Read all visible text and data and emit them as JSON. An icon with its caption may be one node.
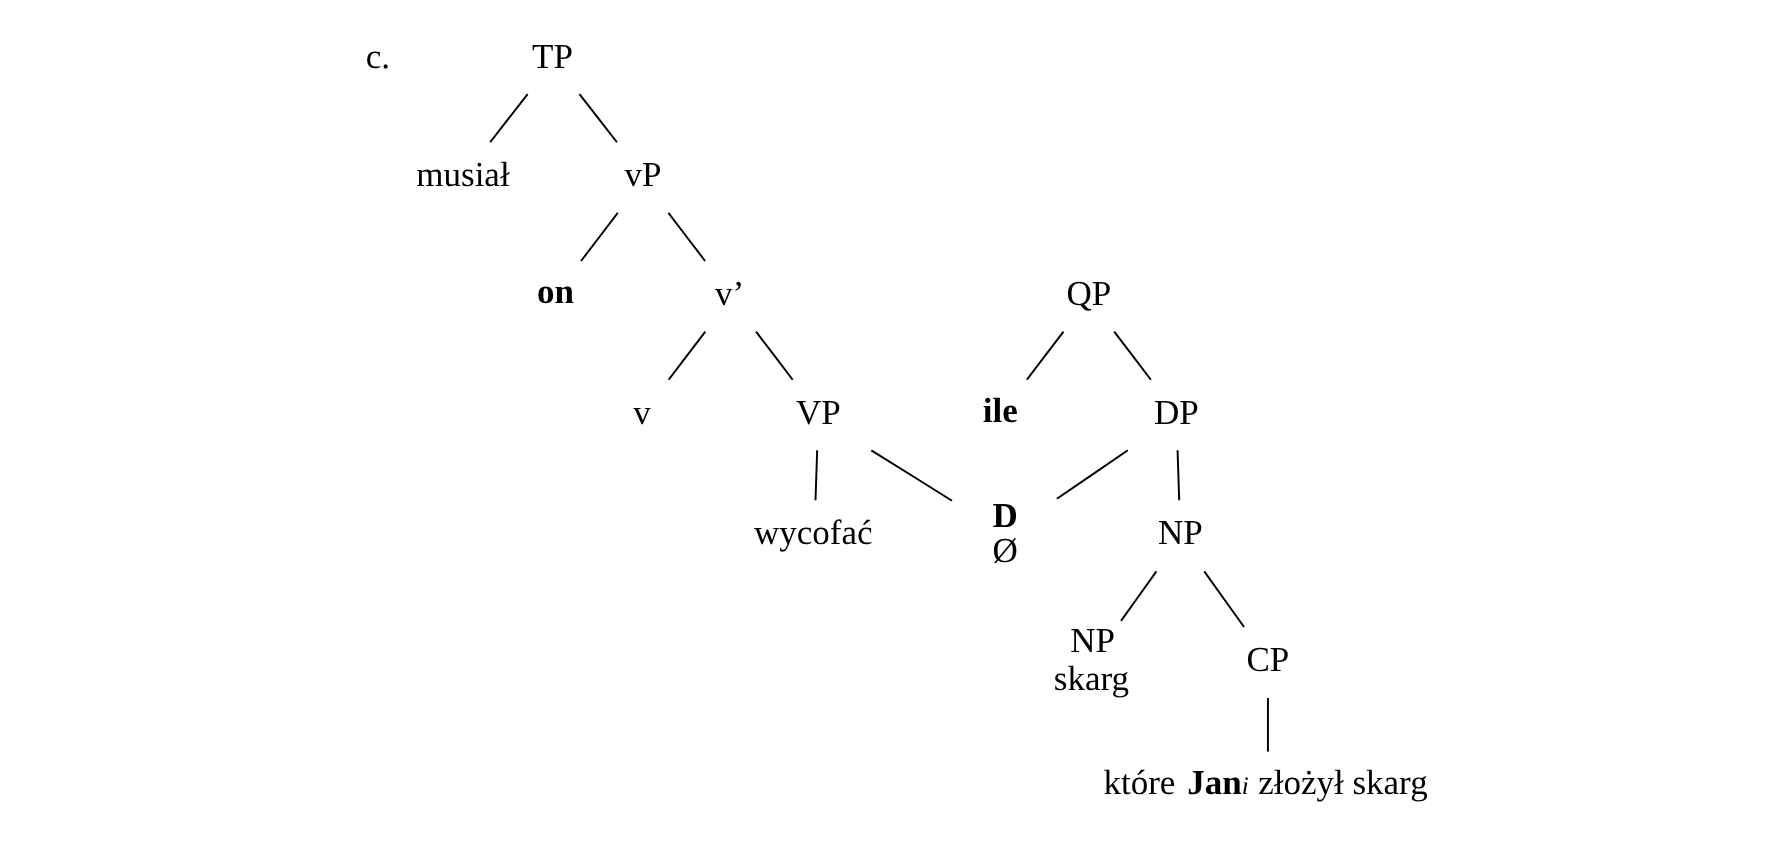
{
  "diagram": {
    "nodes": [
      {
        "text": [
          "TP"
        ]
      },
      {
        "text": [
          "musiał"
        ]
      },
      {
        "text": [
          "vP"
        ]
      },
      {
        "text": [
          "on"
        ]
      },
      {
        "text": [
          "v’"
        ]
      },
      {
        "text": [
          "v"
        ]
      },
      {
        "text": [
          "VP"
        ]
      },
      {
        "text": [
          "wycofać"
        ]
      },
      {
        "text": [
          "D",
          "Ø"
        ]
      },
      {
        "text": [
          "QP"
        ]
      },
      {
        "text": [
          "ile"
        ]
      },
      {
        "text": [
          "DP"
        ]
      },
      {
        "text": [
          "NP"
        ]
      },
      {
        "text": [
          "NP",
          "skarg"
        ]
      },
      {
        "text": [
          "CP"
        ]
      },
      {
        "text": [
          "które **Jan**$_{i}$ złożył skarg"
        ]
      }
    ],
    "edges": [
      {
        "from": 0,
        "to": 1,
        "arrow": "none"
      },
      {
        "from": 0,
        "to": 2,
        "arrow": "none"
      },
      {
        "from": 2,
        "to": 3,
        "arrow": "none"
      },
      {
        "from": 2,
        "to": 4,
        "arrow": "none"
      },
      {
        "from": 4,
        "to": 5,
        "arrow": "none"
      },
      {
        "from": 4,
        "to": 6,
        "arrow": "none"
      },
      {
        "from": 6,
        "to": 7,
        "arrow": "none"
      },
      {
        "from": 6,
        "to": 8,
        "arrow": "none"
      },
      {
        "from": 11,
        "to": 8,
        "arrow": "none"
      },
      {
        "from": 9,
        "to": 10,
        "arrow": "none"
      },
      {
        "from": 9,
        "to": 11,
        "arrow": "none"
      },
      {
        "from": 11,
        "to": 12,
        "arrow": "none"
      },
      {
        "from": 12,
        "to": 13,
        "arrow": "none"
      },
      {
        "from": 12,
        "to": 14,
        "arrow": "none"
      },
      {
        "from": 14,
        "to": 15,
        "arrow": "none"
      }
    ],
    "labels": [
      "c."
    ]
  }
}
